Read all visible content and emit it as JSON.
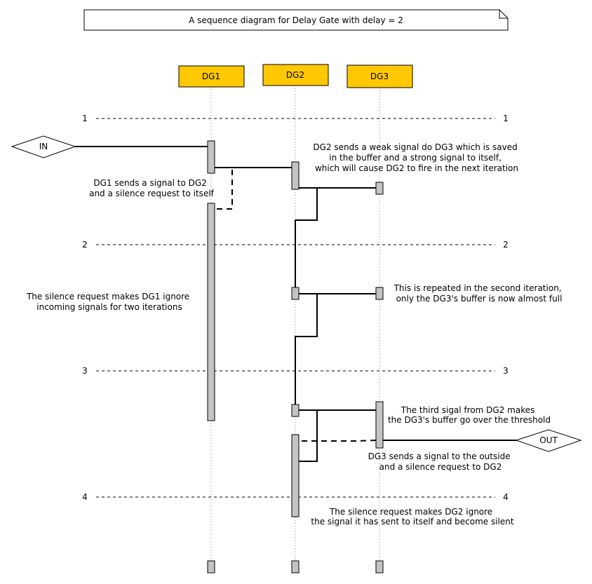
{
  "title": "A sequence diagram for Delay Gate with delay = 2",
  "participants": [
    "DG1",
    "DG2",
    "DG3"
  ],
  "iterations": {
    "i1": "1",
    "i2": "2",
    "i3": "3",
    "i4": "4"
  },
  "gates": {
    "in": "IN",
    "out": "OUT"
  },
  "notes": {
    "dg1_send": [
      "DG1 sends a signal to DG2",
      "and a silence request to itself"
    ],
    "dg2_send": [
      "DG2 sends a weak signal do DG3 which is saved",
      "in the buffer and a strong signal to itself,",
      "which will cause DG2 to fire in the next iteration"
    ],
    "repeat": [
      "This is repeated in the second iteration,",
      "only the DG3's buffer is now almost full"
    ],
    "dg1_silence": [
      "The silence request makes DG1 ignore",
      "incoming signals for two iterations"
    ],
    "third": [
      "The third sigal from DG2 makes",
      "the DG3's buffer go over the threshold"
    ],
    "dg3_send": [
      "DG3 sends a signal to the outside",
      "and a silence request to DG2"
    ],
    "dg2_silence": [
      "The silence request makes DG2 ignore",
      "the signal it has sent to itself and become silent"
    ]
  }
}
